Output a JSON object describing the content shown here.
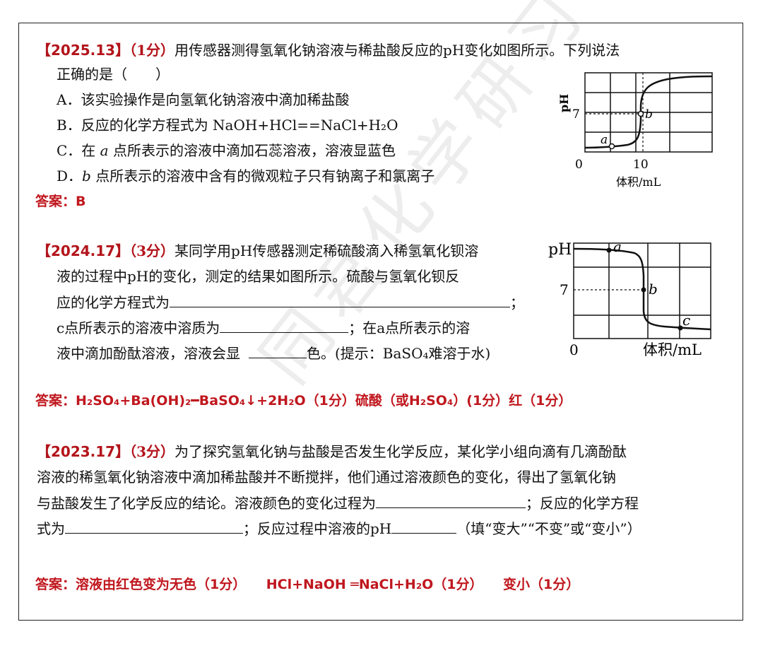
{
  "watermark": "同君化学研习社",
  "q1": {
    "tag": "【2025.13】",
    "score": "（1分）",
    "stem_a": "用传感器测得氢氧化钠溶液与稀盐酸反应的pH变化如图所示。下列说法",
    "stem_b": "正确的是（　　）",
    "opt_a": "A．该实验操作是向氢氧化钠溶液中滴加稀盐酸",
    "opt_b": "B．反应的化学方程式为 NaOH+HCl==NaCl+H₂O",
    "opt_c_pre": "C．在 ",
    "opt_c_pt": "a",
    "opt_c_post": " 点所表示的溶液中滴加石蕊溶液，溶液显蓝色",
    "opt_d_pre": "D．",
    "opt_d_pt": "b",
    "opt_d_post": " 点所表示的溶液中含有的微观粒子只有钠离子和氯离子",
    "answer": "答案：B",
    "graph": {
      "y_label": "pH",
      "y_tick": "7",
      "x_tick0": "0",
      "x_tick1": "10",
      "x_label": "体积/mL",
      "point_a": "a",
      "point_b": "b"
    }
  },
  "q2": {
    "tag": "【2024.17】",
    "score": "（3分）",
    "line1": "某同学用pH传感器测定稀硫酸滴入稀氢氧化钡溶",
    "line2": "液的过程中pH的变化，测定的结果如图所示。硫酸与氢氧化钡反",
    "line3": "应的化学方程式为",
    "line3_end": "；",
    "line4_pre": "c点所表示的溶液中溶质为",
    "line4_post": "；在a点所表示的溶",
    "line5_pre": "液中滴加酚酞溶液，溶液会显",
    "line5_post": "色。(提示：BaSO₄难溶于水)",
    "answer": "答案：H₂SO₄+Ba(OH)₂━BaSO₄↓+2H₂O（1分）硫酸（或H₂SO₄）(1分）红（1分）",
    "graph": {
      "y_label": "pH",
      "y_tick": "7",
      "x_tick0": "0",
      "x_label": "体积/mL",
      "point_a": "a",
      "point_b": "b",
      "point_c": "c"
    }
  },
  "q3": {
    "tag": "【2023.17】",
    "score": "（3分）",
    "line1": "为了探究氢氧化钠与盐酸是否发生化学反应，某化学小组向滴有几滴酚酞",
    "line2": "溶液的稀氢氧化钠溶液中滴加稀盐酸并不断搅拌，他们通过溶液颜色的变化，得出了氢氧化钠",
    "line3_pre": "与盐酸发生了化学反应的结论。溶液颜色的变化过程为",
    "line3_post": "；反应的化学方程",
    "line4_pre": "式为",
    "line4_mid": "；反应过程中溶液的pH",
    "line4_post": "（填“变大”“不变”或“变小”）",
    "answer": "答案：溶液由红色变为无色（1分）　　HCl+NaOH ═NaCl+H₂O（1分）　　变小（1分）"
  }
}
